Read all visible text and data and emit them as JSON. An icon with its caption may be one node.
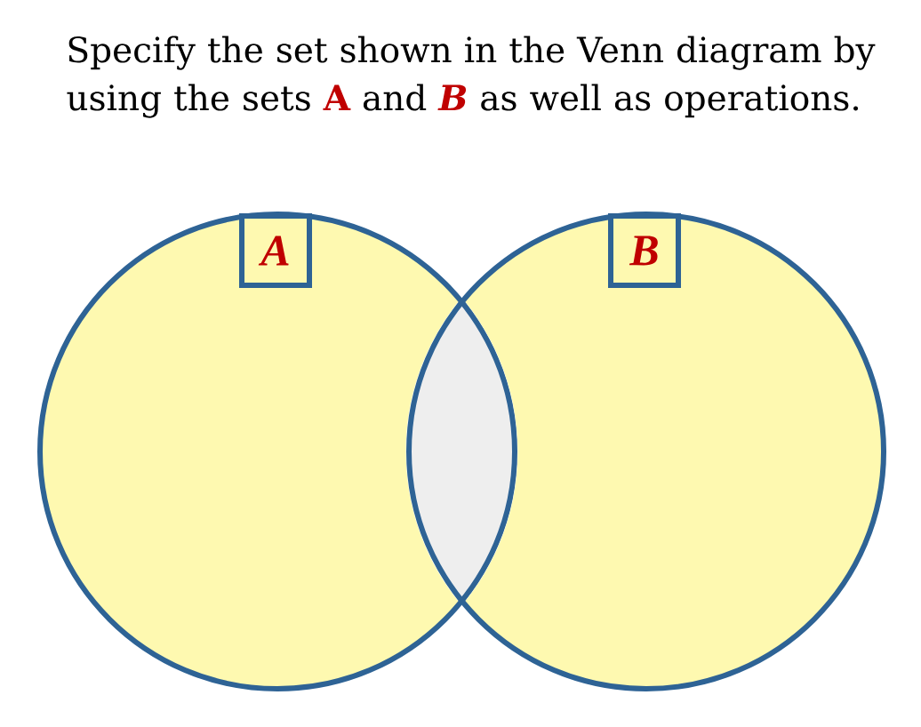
{
  "diagram": {
    "title": "Specify the set shown in the Venn diagram by using the sets **A** and *B* as well as operations.",
    "nodes": [
      {
        "text": [],
        "shape": "circle"
      },
      {
        "text": [
          "A"
        ],
        "in": 0
      },
      {
        "text": [],
        "shape": "circle"
      },
      {
        "text": [
          "B"
        ],
        "in": 2
      },
      {
        "text": [],
        "shape": "lens"
      }
    ]
  }
}
